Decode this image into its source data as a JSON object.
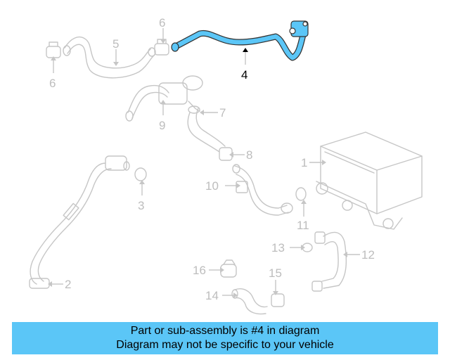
{
  "diagram": {
    "highlight_color": "#5bc6f7",
    "part_color": "#c6c6c6",
    "callouts": {
      "c1": "1",
      "c2": "2",
      "c3": "3",
      "c4": "4",
      "c5": "5",
      "c6a": "6",
      "c6b": "6",
      "c7": "7",
      "c8": "8",
      "c9": "9",
      "c10": "10",
      "c11": "11",
      "c12": "12",
      "c13": "13",
      "c14": "14",
      "c15": "15",
      "c16": "16"
    }
  },
  "banner": {
    "line1": "Part or sub-assembly is #4 in diagram",
    "line2": "Diagram may not be specific to your vehicle",
    "color": "#5bc6f7"
  }
}
